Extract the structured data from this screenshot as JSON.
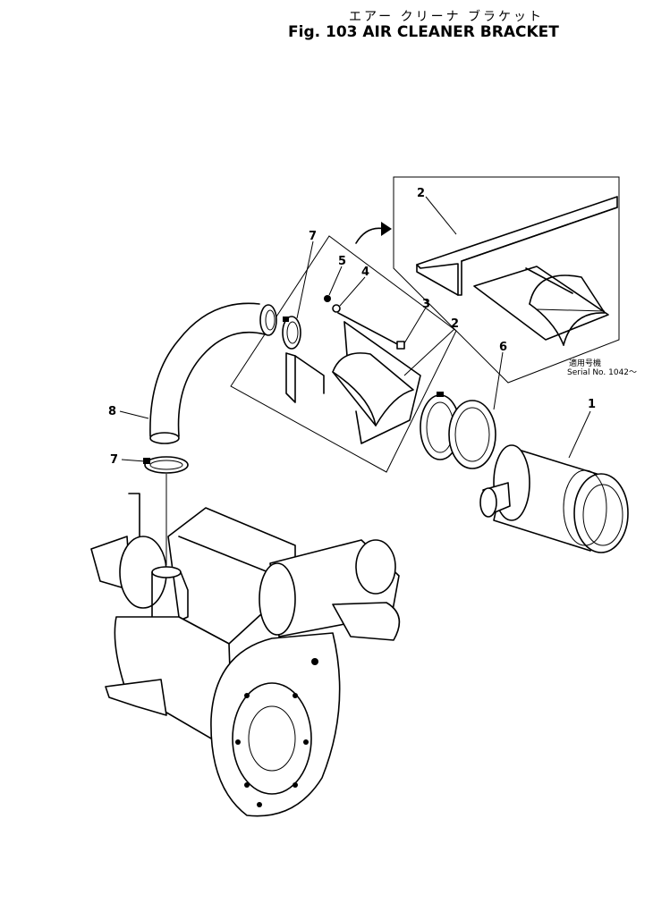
{
  "header": {
    "title_jp": "エアー クリーナ ブラケット",
    "title_en": "Fig. 103 AIR CLEANER BRACKET"
  },
  "callouts": [
    {
      "id": "1",
      "label": "1"
    },
    {
      "id": "2a",
      "label": "2"
    },
    {
      "id": "2b",
      "label": "2"
    },
    {
      "id": "3",
      "label": "3"
    },
    {
      "id": "4",
      "label": "4"
    },
    {
      "id": "5",
      "label": "5"
    },
    {
      "id": "6",
      "label": "6"
    },
    {
      "id": "7a",
      "label": "7"
    },
    {
      "id": "7b",
      "label": "7"
    },
    {
      "id": "8",
      "label": "8"
    }
  ],
  "serial_note": {
    "jp": "適用号機",
    "en": "Serial No. 1042～"
  }
}
